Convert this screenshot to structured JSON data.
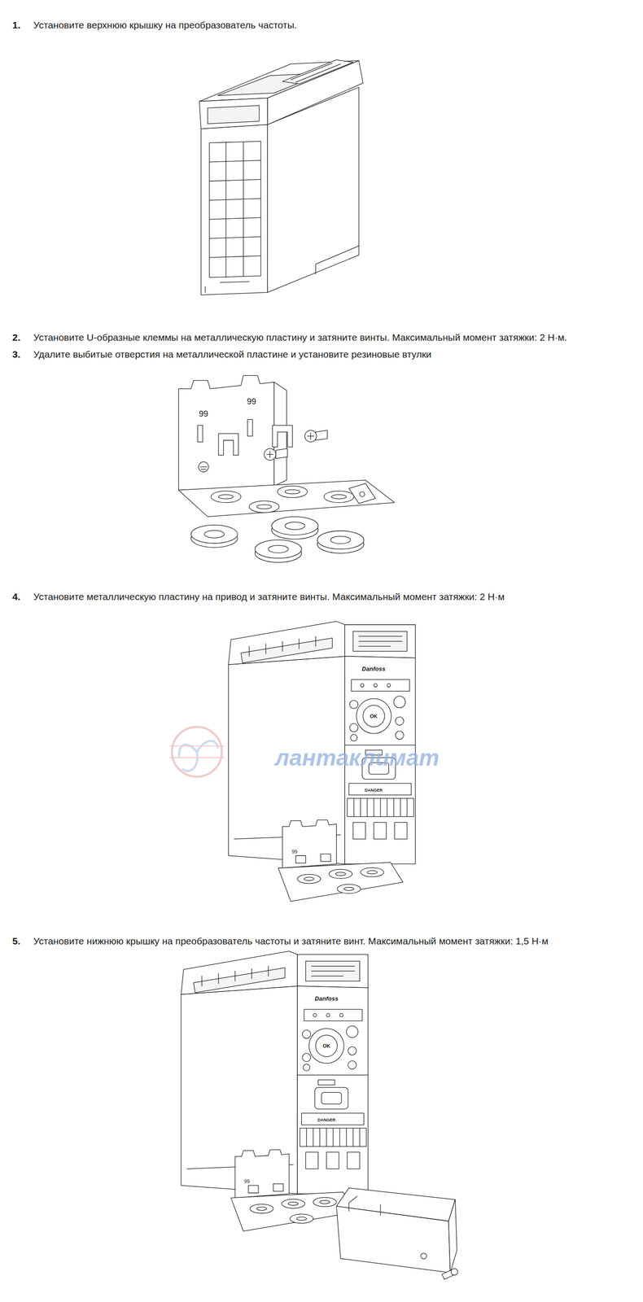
{
  "diagram": {
    "labels": [
      "1.",
      "Установите верхнюю крышку на преобразователь частоты.",
      "2.",
      "Установите U-образные клеммы на металлическую пластину и затяните винты. Максимальный момент затяжки: 2 Н·м.",
      "3.",
      "Удалите выбитые отверстия на металлической пластине и установите резиновые втулки",
      "99",
      "99",
      "4.",
      "Установите металлическую пластину на привод и затяните винты. Максимальный момент затяжки: 2 Н·м",
      "Danfoss",
      "OK",
      "DANGER",
      "99",
      "лантаклимат",
      "5.",
      "Установите нижнюю крышку на преобразователь частоты и затяните винт. Максимальный момент затяжки: 1,5 Н·м",
      "Danfoss",
      "OK",
      "DANGER",
      "99"
    ]
  }
}
